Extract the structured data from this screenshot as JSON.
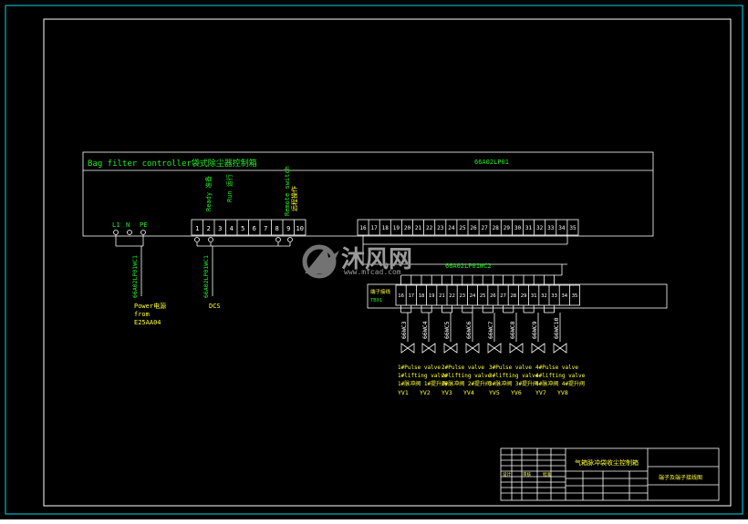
{
  "colors": {
    "background": "#000000",
    "frame": "#00d8e8",
    "line": "#ffffff",
    "text_green": "#22ee22",
    "text_yellow": "#ffff33",
    "text_cyan": "#33e6ff",
    "watermark": "#9a9a9a"
  },
  "controller": {
    "title": "Bag filter controller袋式除尘器控制箱",
    "code": "66A02LP01",
    "power_terminals": [
      "L1",
      "N",
      "PE"
    ],
    "left_terminals": [
      "1",
      "2",
      "3",
      "4",
      "5",
      "6",
      "7",
      "8",
      "9",
      "10"
    ],
    "right_terminals": [
      "16",
      "17",
      "18",
      "19",
      "20",
      "21",
      "22",
      "23",
      "24",
      "25",
      "26",
      "27",
      "28",
      "29",
      "30",
      "31",
      "32",
      "33",
      "34",
      "35"
    ],
    "vertical_labels": [
      {
        "text": "Ready 准备",
        "terminal": "2"
      },
      {
        "text": "Run 运行",
        "terminal": "4"
      },
      {
        "text": "Remote switch",
        "terminal": "9"
      },
      {
        "text": "远程操作",
        "terminal": "10"
      }
    ]
  },
  "cables": [
    {
      "code": "66A02LP01WC1",
      "label_lines": [
        "Power电源",
        "from",
        "E25AA04"
      ]
    },
    {
      "code": "66A02LP01WC1",
      "label_lines": [
        "DCS"
      ]
    }
  ],
  "junction_box": {
    "cable_code": "66A02LP01WC2",
    "label_line1": "端子接线",
    "label_line2": "TB01",
    "terminals": [
      "16",
      "17",
      "18",
      "19",
      "21",
      "22",
      "23",
      "24",
      "25",
      "26",
      "27",
      "28",
      "29",
      "31",
      "32",
      "33",
      "34",
      "35"
    ]
  },
  "valve_cables": [
    "66WC3",
    "66WC4",
    "66WC5",
    "66WC6",
    "66WC7",
    "66WC8",
    "66WC9",
    "66WC10"
  ],
  "valve_groups": [
    {
      "lines": [
        "1#Pulse valve",
        "1#lifting valve",
        "1#脉冲阀 1#提升阀"
      ],
      "tags": [
        "YV1",
        "YV2"
      ]
    },
    {
      "lines": [
        "2#Pulse valve",
        "2#lifting valve",
        "2#脉冲阀 2#提升阀"
      ],
      "tags": [
        "YV3",
        "YV4"
      ]
    },
    {
      "lines": [
        "3#Pulse valve",
        "3#lifting valve",
        "3#脉冲阀 3#提升阀"
      ],
      "tags": [
        "YV5",
        "YV6"
      ]
    },
    {
      "lines": [
        "4#Pulse valve",
        "4#lifting valve",
        "4#脉冲阀 4#提升阀"
      ],
      "tags": [
        "YV7",
        "YV8"
      ]
    }
  ],
  "title_block": {
    "drawing_title": "气箱脉冲袋收尘控制箱",
    "subtitle": "端子及端子接线图",
    "small_cells": [
      "设计",
      "审核",
      "批准"
    ]
  },
  "watermark": {
    "name": "沐风网",
    "url": "www.mfcad.com"
  }
}
